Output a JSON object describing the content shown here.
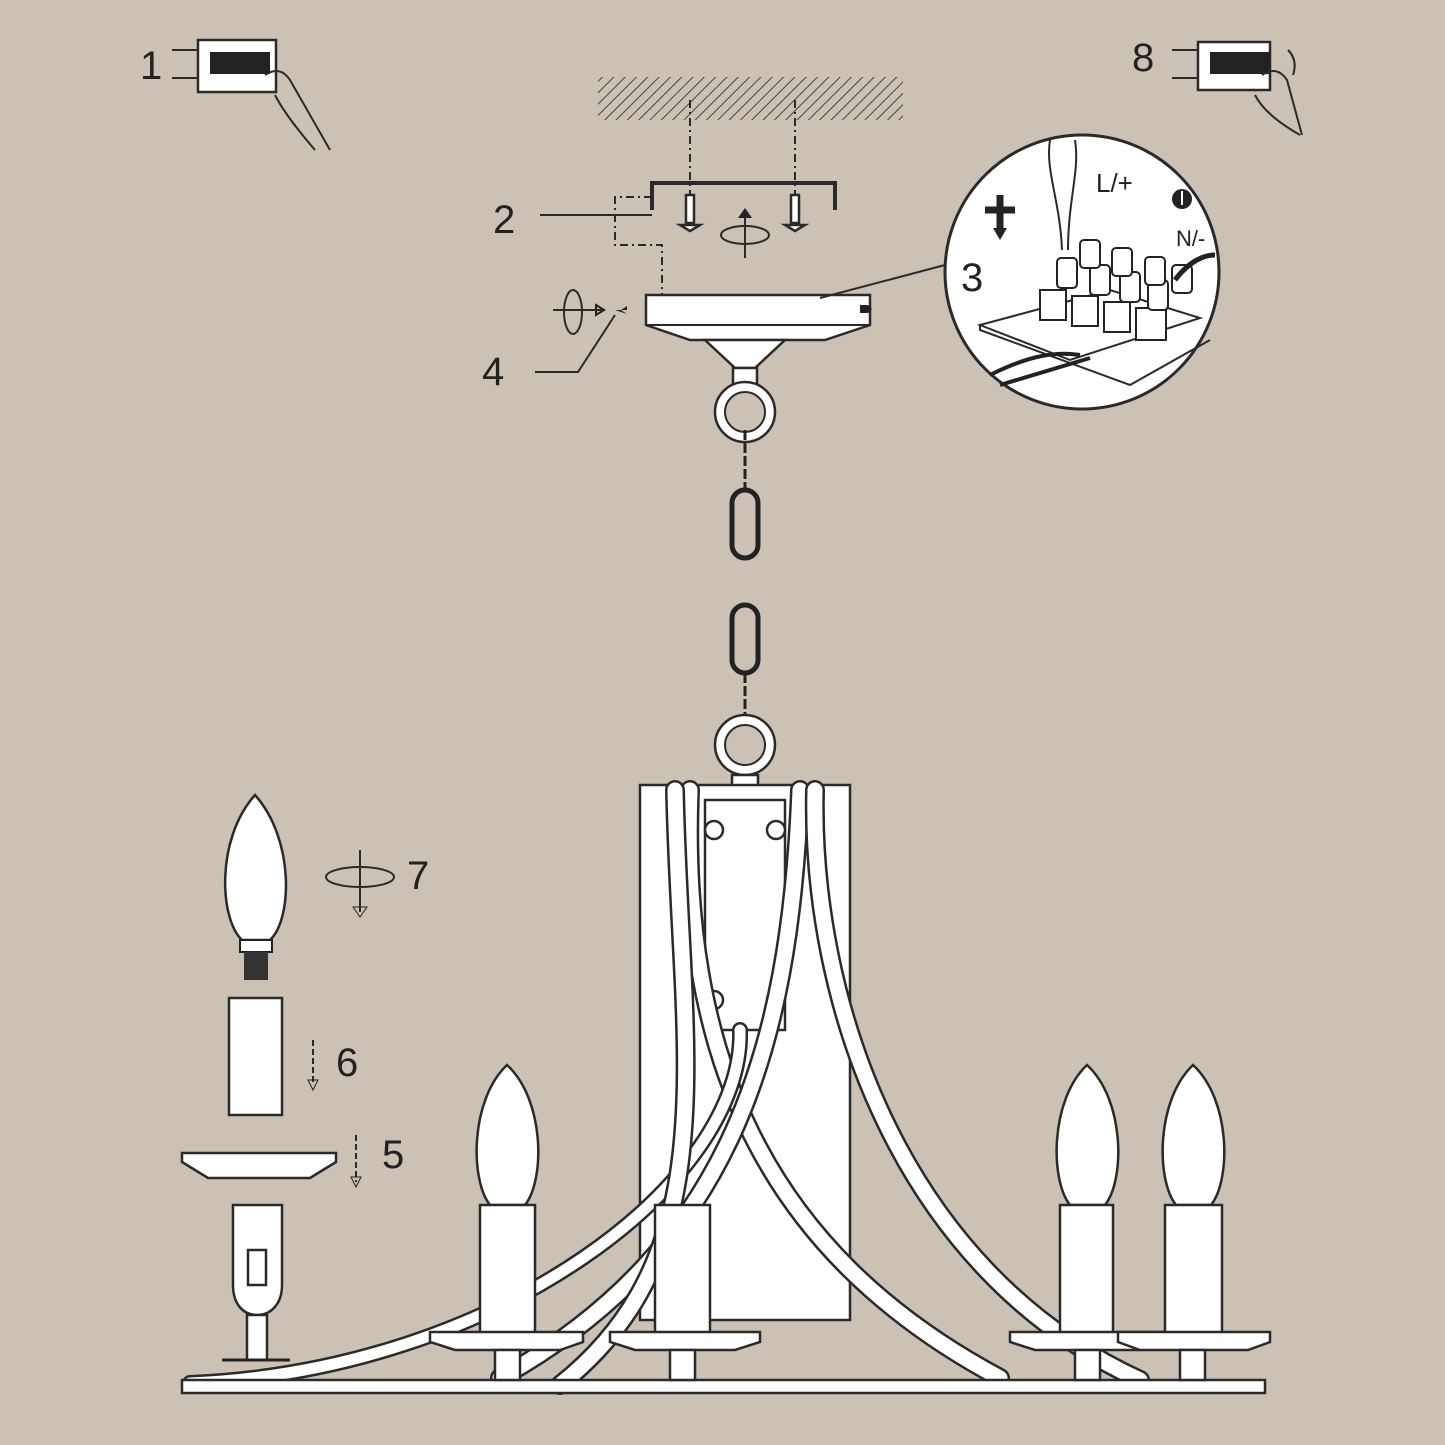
{
  "steps": {
    "s1": "1",
    "s2": "2",
    "s3": "3",
    "s4": "4",
    "s5": "5",
    "s6": "6",
    "s7": "7",
    "s8": "8"
  },
  "wiring": {
    "live": "L/+",
    "neutral": "N/-",
    "earth_symbol": "earth-icon"
  },
  "colors": {
    "background": "#cbc1b5",
    "line": "#2a2a2a",
    "fill": "#ffffff"
  }
}
